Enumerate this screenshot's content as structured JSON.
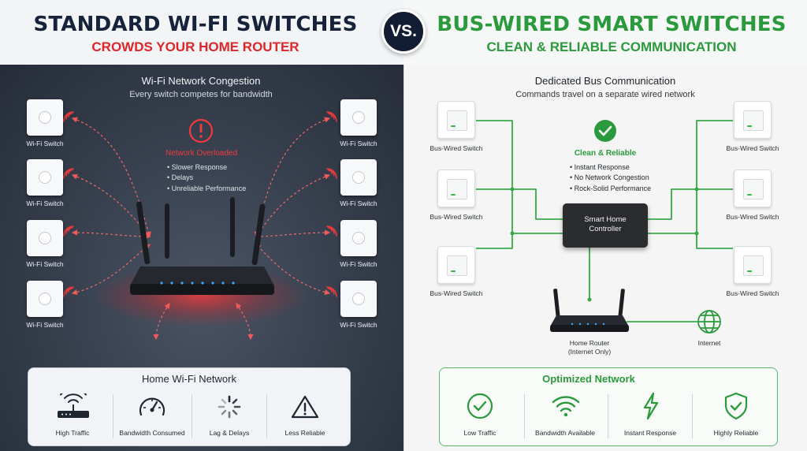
{
  "header": {
    "left_title": "Standard Wi-Fi Switches",
    "left_subtitle": "Crowds Your Home Router",
    "vs": "VS.",
    "right_title": "Bus-Wired Smart Switches",
    "right_subtitle": "Clean & Reliable Communication"
  },
  "left": {
    "title": "Wi-Fi Network Congestion",
    "subtitle": "Every switch competes for bandwidth",
    "switch_label": "Wi-Fi Switch",
    "alert": {
      "title": "Network Overloaded",
      "items": [
        "• Slower Response",
        "• Delays",
        "• Unreliable Performance"
      ]
    },
    "summary": {
      "title": "Home Wi-Fi Network",
      "items": [
        {
          "label": "High Traffic",
          "icon": "router-icon"
        },
        {
          "label": "Bandwidth Consumed",
          "icon": "gauge-icon"
        },
        {
          "label": "Lag & Delays",
          "icon": "loading-icon"
        },
        {
          "label": "Less Reliable",
          "icon": "warning-icon"
        }
      ]
    }
  },
  "right": {
    "title": "Dedicated Bus Communication",
    "subtitle": "Commands travel on a separate wired network",
    "switch_label": "Bus-Wired Switch",
    "ok": {
      "title": "Clean & Reliable",
      "items": [
        "• Instant Response",
        "• No Network Congestion",
        "• Rock-Solid Performance"
      ]
    },
    "controller": [
      "Smart Home",
      "Controller"
    ],
    "router_label": [
      "Home Router",
      "(Internet Only)"
    ],
    "internet_label": "Internet",
    "summary": {
      "title": "Optimized Network",
      "items": [
        {
          "label": "Low Traffic",
          "icon": "check-circle-icon"
        },
        {
          "label": "Bandwidth Available",
          "icon": "wifi-icon"
        },
        {
          "label": "Instant Response",
          "icon": "lightning-icon"
        },
        {
          "label": "Highly Reliable",
          "icon": "shield-check-icon"
        }
      ]
    }
  },
  "colors": {
    "navy": "#17233a",
    "red": "#e0262a",
    "green": "#2a9a3c",
    "dark_panel": "#353d4b"
  }
}
